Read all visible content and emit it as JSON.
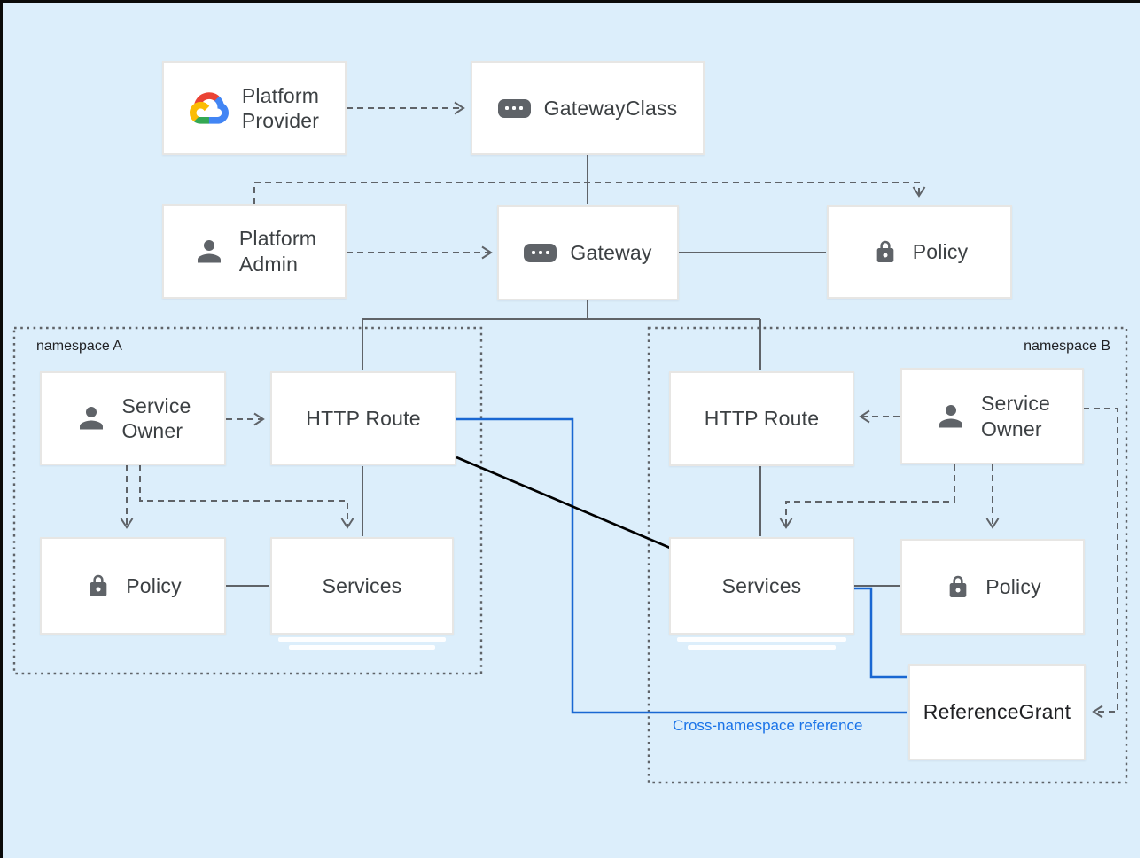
{
  "nodes": {
    "platform_provider": {
      "label": "Platform\nProvider",
      "icon": "google-cloud-icon"
    },
    "gateway_class": {
      "label": "GatewayClass",
      "icon": "resource-icon"
    },
    "platform_admin": {
      "label": "Platform\nAdmin",
      "icon": "person-icon"
    },
    "gateway": {
      "label": "Gateway",
      "icon": "resource-icon"
    },
    "policy_top": {
      "label": "Policy",
      "icon": "lock-icon"
    },
    "service_owner_a": {
      "label": "Service\nOwner",
      "icon": "person-icon"
    },
    "http_route_a": {
      "label": "HTTP Route",
      "icon": null
    },
    "policy_a": {
      "label": "Policy",
      "icon": "lock-icon"
    },
    "services_a": {
      "label": "Services",
      "icon": null
    },
    "http_route_b": {
      "label": "HTTP Route",
      "icon": null
    },
    "service_owner_b": {
      "label": "Service\nOwner",
      "icon": "person-icon"
    },
    "services_b": {
      "label": "Services",
      "icon": null
    },
    "policy_b": {
      "label": "Policy",
      "icon": "lock-icon"
    },
    "reference_grant": {
      "label": "ReferenceGrant",
      "icon": null
    }
  },
  "namespaces": {
    "a": {
      "label": "namespace A"
    },
    "b": {
      "label": "namespace B"
    }
  },
  "annotations": {
    "cross_namespace": {
      "label": "Cross-namespace reference",
      "color": "#1a73e8"
    }
  },
  "colors": {
    "canvas_background": "#dceefb",
    "frame_border": "#0a0a0a",
    "node_background": "#ffffff",
    "node_border": "#e7e6e4",
    "wire_gray": "#5f6368",
    "wire_blue": "#1967d2",
    "wire_black": "#000000",
    "text_primary": "#3c4043",
    "google_cloud_logo": [
      "#EA4335",
      "#4285F4",
      "#34A853",
      "#FBBC05"
    ]
  }
}
